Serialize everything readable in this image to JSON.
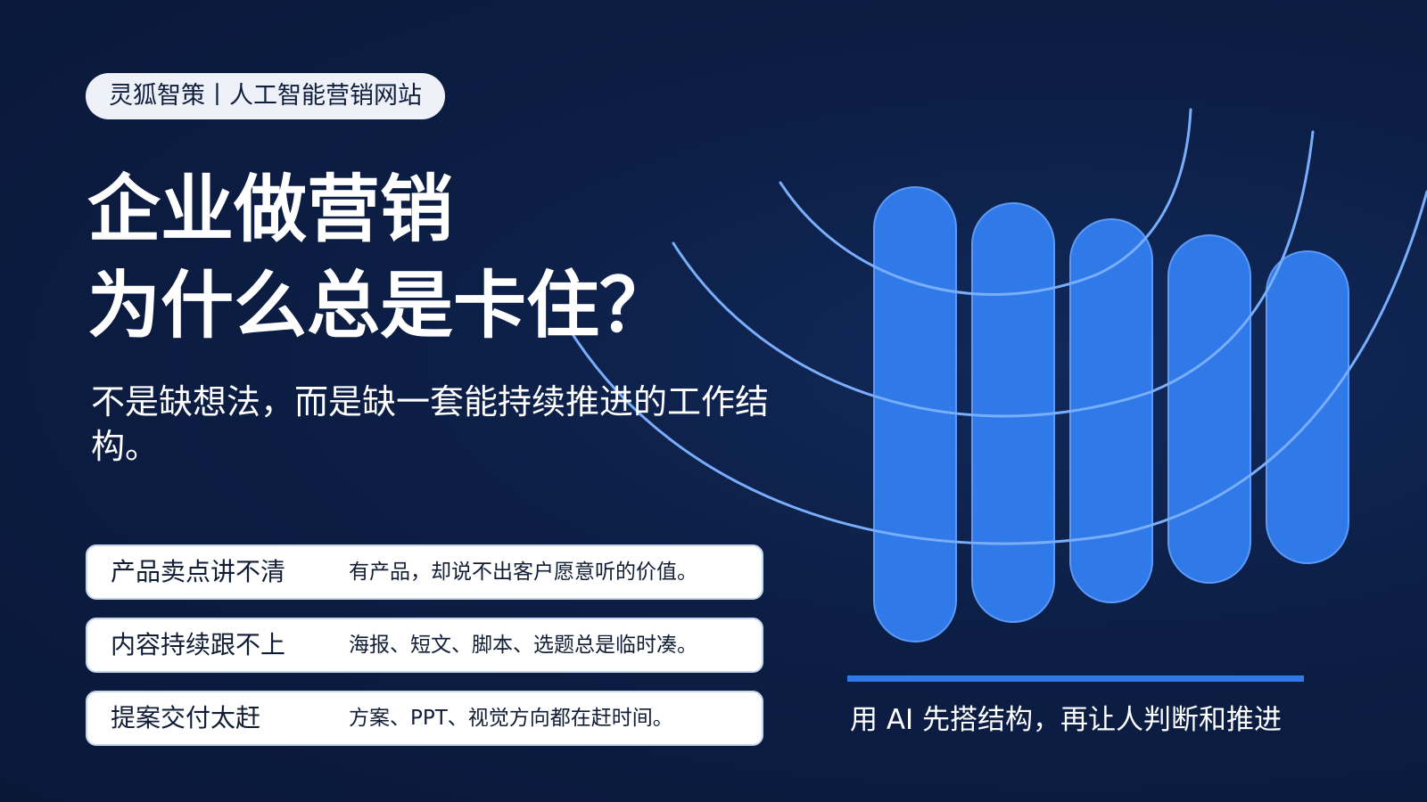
{
  "brand": {
    "label": "灵狐智策丨人工智能营销网站"
  },
  "hero": {
    "title_line1": "企业做营销",
    "title_line2": "为什么总是卡住？",
    "subtitle": "不是缺想法，而是缺一套能持续推进的工作结构。"
  },
  "issues": [
    {
      "title": "产品卖点讲不清",
      "desc": "有产品，却说不出客户愿意听的价值。"
    },
    {
      "title": "内容持续跟不上",
      "desc": "海报、短文、脚本、选题总是临时凑。"
    },
    {
      "title": "提案交付太赶",
      "desc": "方案、PPT、视觉方向都在赶时间。"
    }
  ],
  "tagline": "用 AI 先搭结构，再让人判断和推进",
  "colors": {
    "background": "#0c1e45",
    "accent": "#2f7ae8",
    "arc": "#79aefc",
    "pill": "#eef2f8"
  }
}
